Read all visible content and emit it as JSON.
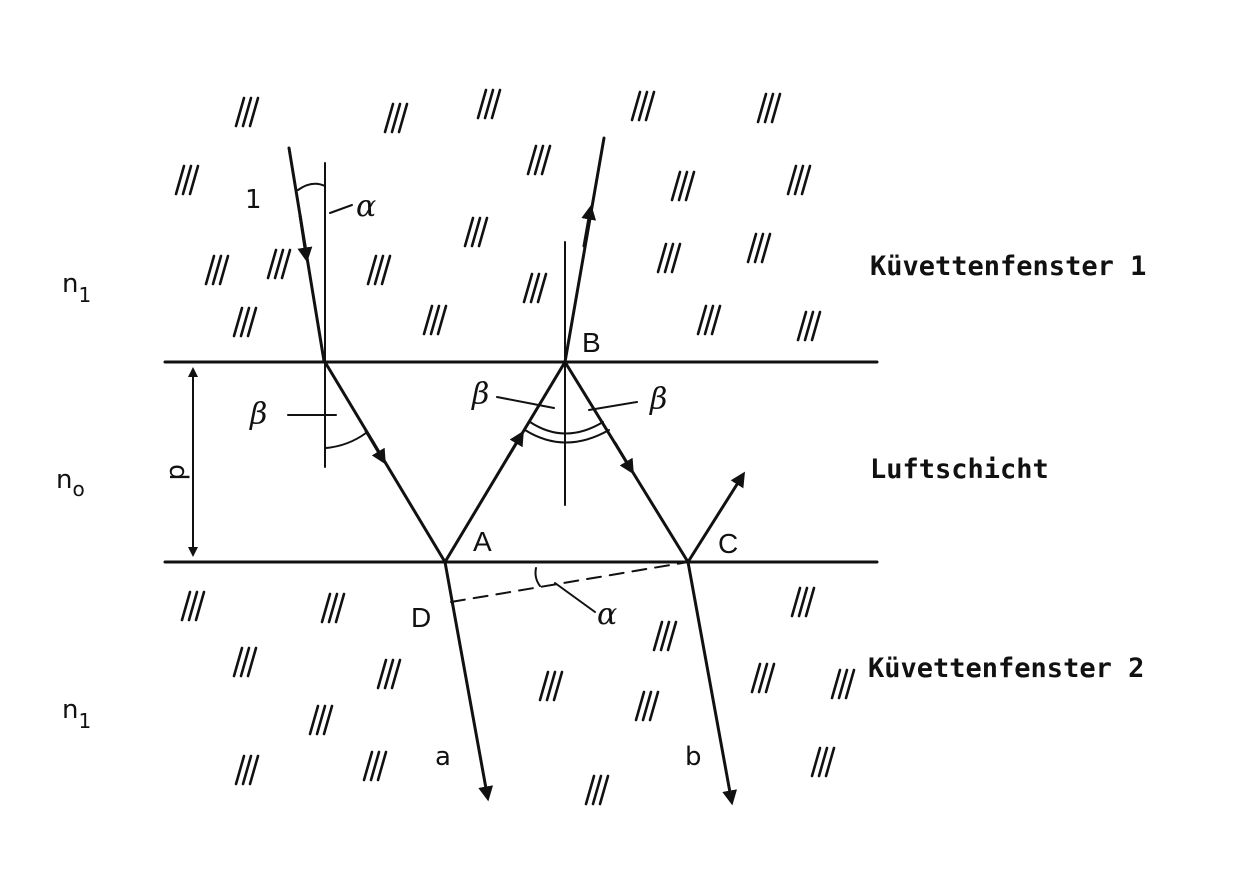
{
  "regions": {
    "window1": "Küvettenfenster 1",
    "air_layer": "Luftschicht",
    "window2": "Küvettenfenster 2"
  },
  "indices": {
    "top": {
      "base": "n",
      "sub": "1"
    },
    "middle": {
      "base": "n",
      "sub": "o"
    },
    "bottom": {
      "base": "n",
      "sub": "1"
    }
  },
  "points": {
    "A": "A",
    "B": "B",
    "C": "C",
    "D": "D"
  },
  "rays": {
    "incoming": "1",
    "out_a": "a",
    "out_b": "b"
  },
  "angles": {
    "alpha_top": "α",
    "alpha_bottom": "α",
    "beta_left": "β",
    "beta_mid_left": "β",
    "beta_mid_right": "β"
  },
  "thickness": "d"
}
